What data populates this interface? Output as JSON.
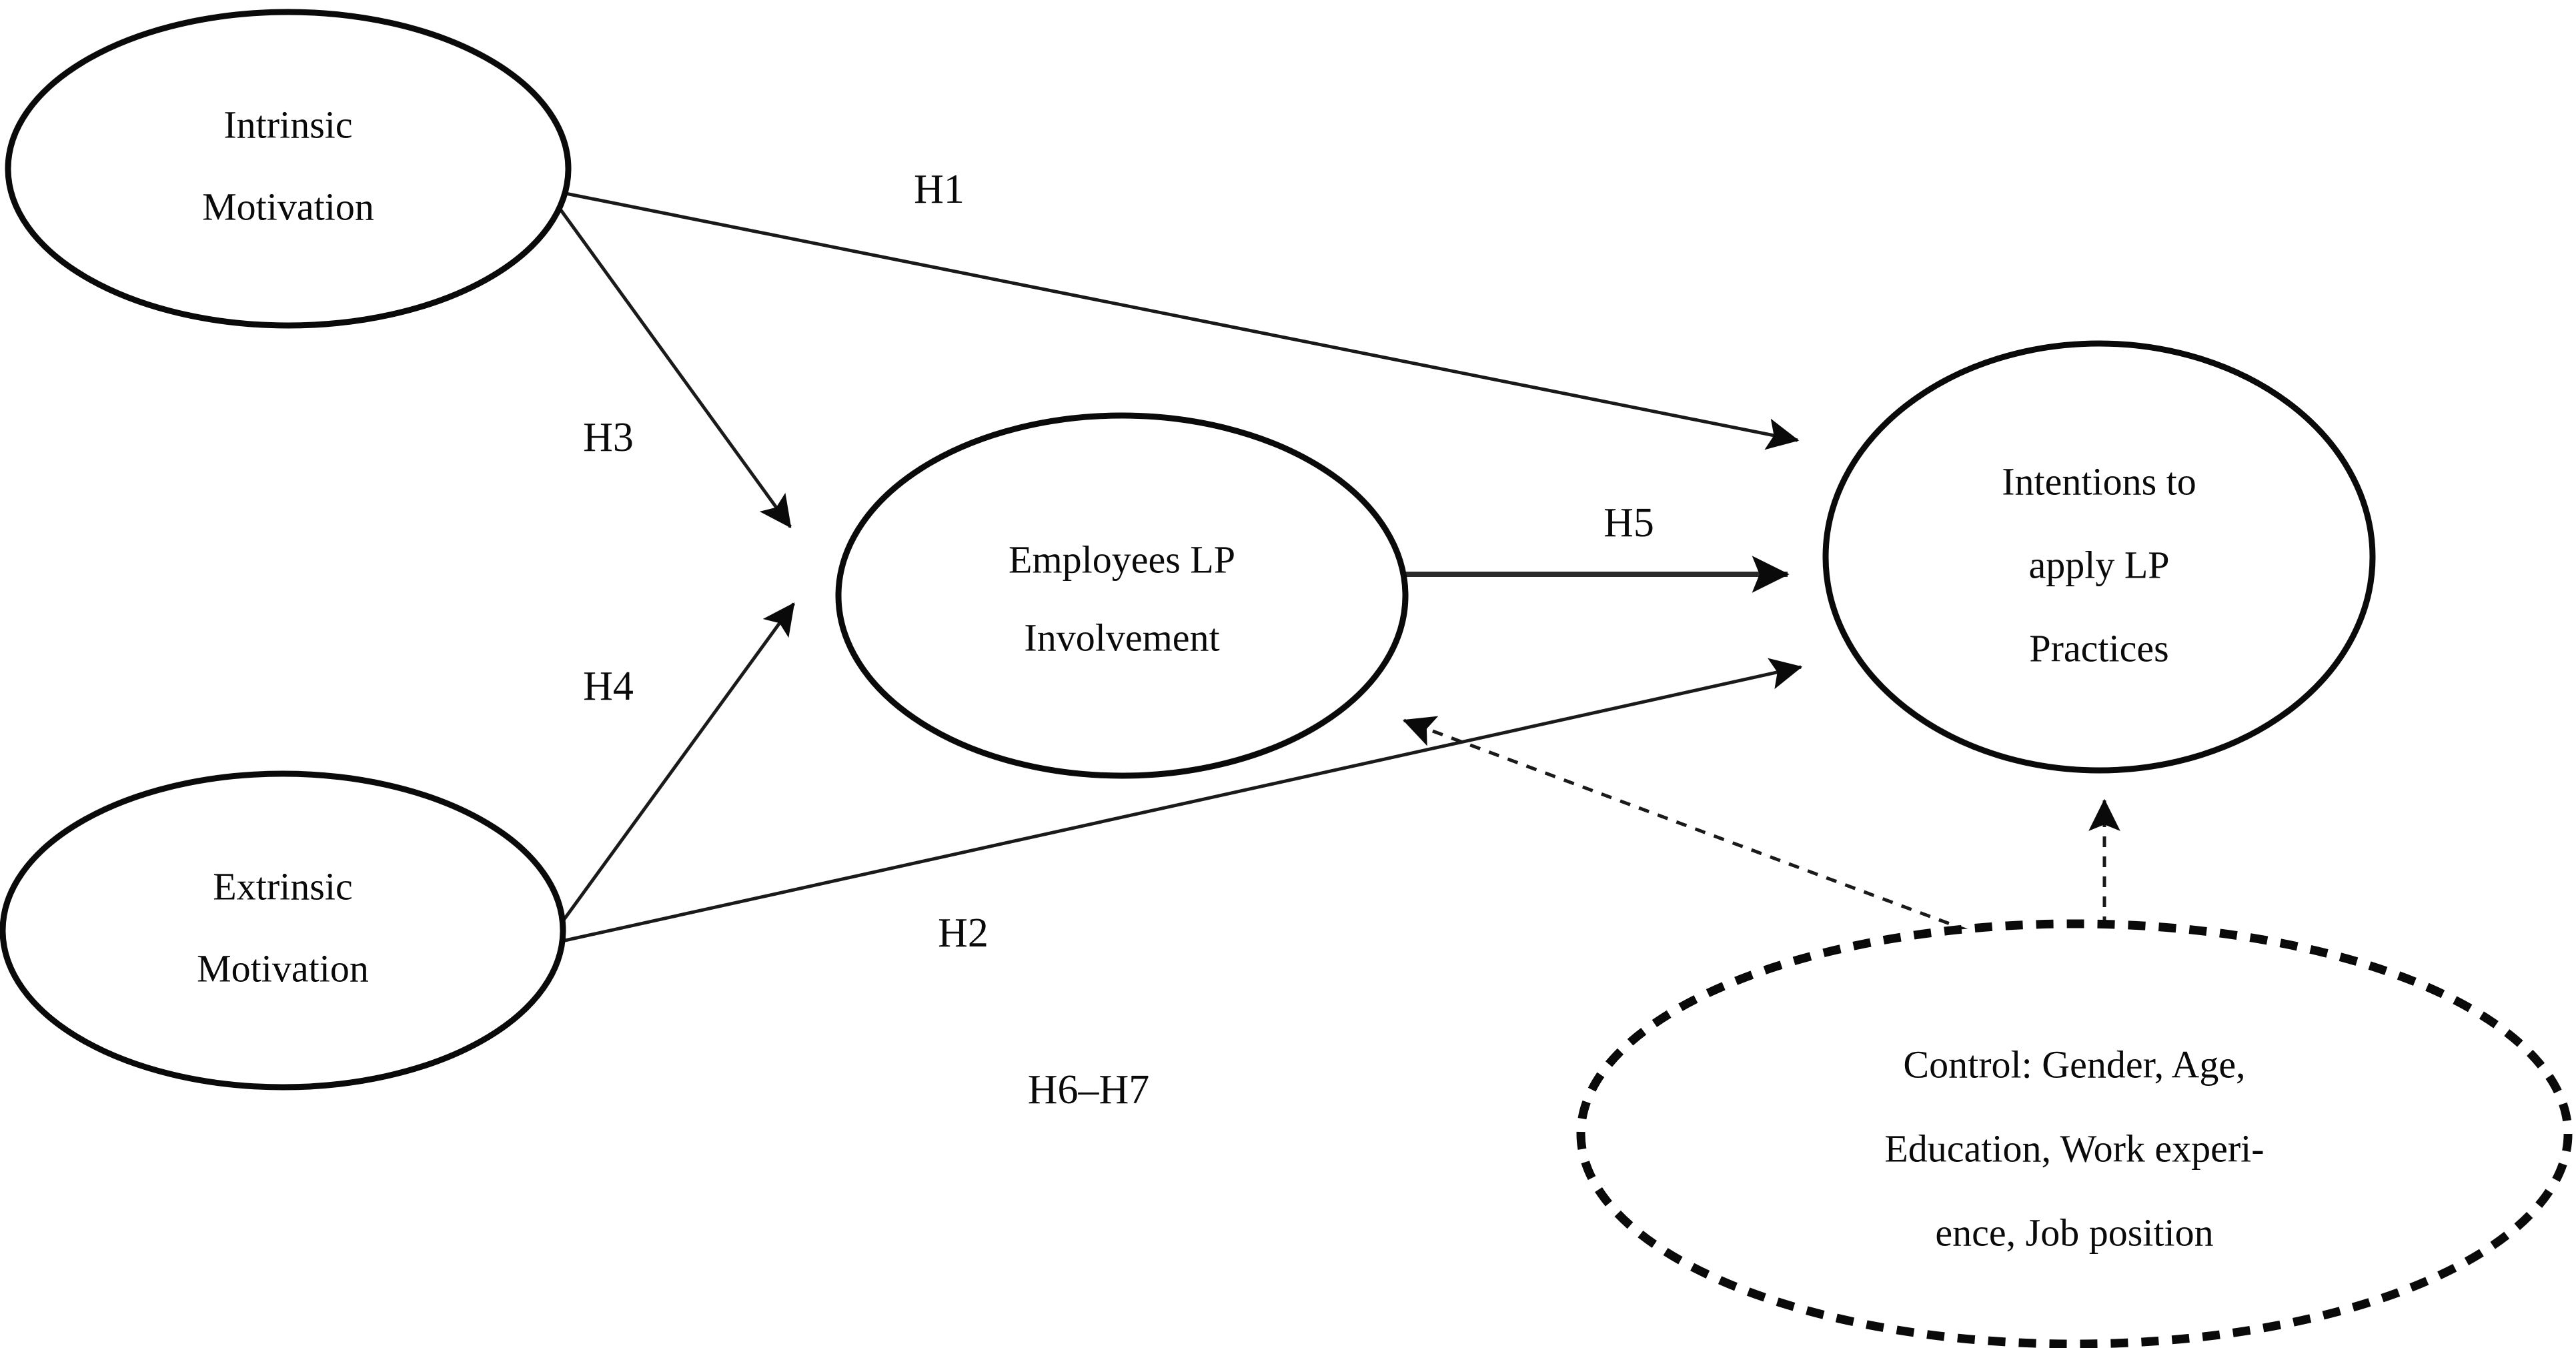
{
  "figure": {
    "type": "conceptual-research-model",
    "background_color": "#ffffff",
    "line_color": "#1a1a1a",
    "node_stroke_color": "#0a0a0a"
  },
  "nodes": [
    {
      "id": "intrinsic-motivation",
      "shape": "ellipse",
      "border": "solid",
      "lines": [
        "Intrinsic",
        "Motivation"
      ]
    },
    {
      "id": "extrinsic-motivation",
      "shape": "ellipse",
      "border": "solid",
      "lines": [
        "Extrinsic",
        "Motivation"
      ]
    },
    {
      "id": "employees-lp-involvement",
      "shape": "ellipse",
      "border": "solid",
      "lines": [
        "Employees LP",
        "Involvement"
      ]
    },
    {
      "id": "intentions-to-apply-lp-practices",
      "shape": "ellipse",
      "border": "solid",
      "lines": [
        "Intentions to",
        "apply LP",
        "Practices"
      ]
    },
    {
      "id": "control-variables",
      "shape": "ellipse",
      "border": "dashed",
      "lines": [
        "Control: Gender, Age,",
        "Education, Work experi-",
        "ence, Job position"
      ]
    }
  ],
  "edges": [
    {
      "id": "h1",
      "label": "H1",
      "from": "intrinsic-motivation",
      "to": "intentions-to-apply-lp-practices",
      "style": "solid",
      "arrow": "single"
    },
    {
      "id": "h2",
      "label": "H2",
      "from": "extrinsic-motivation",
      "to": "intentions-to-apply-lp-practices",
      "style": "solid",
      "arrow": "single"
    },
    {
      "id": "h3",
      "label": "H3",
      "from": "intrinsic-motivation",
      "to": "employees-lp-involvement",
      "style": "solid",
      "arrow": "single"
    },
    {
      "id": "h4",
      "label": "H4",
      "from": "extrinsic-motivation",
      "to": "employees-lp-involvement",
      "style": "solid",
      "arrow": "single"
    },
    {
      "id": "h5",
      "label": "H5",
      "from": "employees-lp-involvement",
      "to": "intentions-to-apply-lp-practices",
      "style": "solid",
      "arrow": "single"
    },
    {
      "id": "h6-h7",
      "label": "H6–H7",
      "from": "control-variables",
      "to": "employees-lp-involvement, intentions-to-apply-lp-practices",
      "style": "dashed",
      "arrow": "single"
    }
  ],
  "labels": {
    "h1": "H1",
    "h2": "H2",
    "h3": "H3",
    "h4": "H4",
    "h5": "H5",
    "h6_h7": "H6–H7"
  },
  "node_text": {
    "intrinsic_line1": "Intrinsic",
    "intrinsic_line2": "Motivation",
    "extrinsic_line1": "Extrinsic",
    "extrinsic_line2": "Motivation",
    "employees_line1": "Employees LP",
    "employees_line2": "Involvement",
    "intentions_line1": "Intentions to",
    "intentions_line2": "apply LP",
    "intentions_line3": "Practices",
    "control_line1": "Control: Gender, Age,",
    "control_line2": "Education, Work experi-",
    "control_line3": "ence, Job position"
  }
}
